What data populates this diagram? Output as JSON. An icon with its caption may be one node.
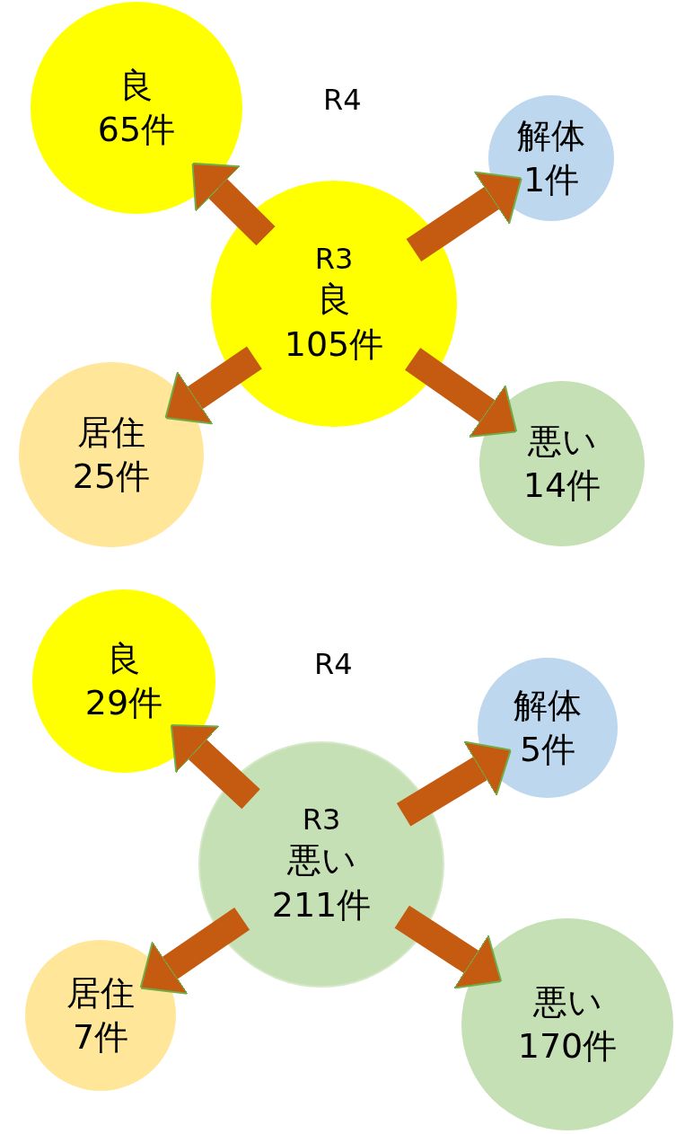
{
  "diagram": {
    "nodes": [
      {
        "text": [
          "良",
          "65件"
        ]
      },
      {
        "text": [
          "解体",
          "1件"
        ]
      },
      {
        "text": [
          "R3",
          "良",
          "105件"
        ]
      },
      {
        "text": [
          "居住",
          "25件"
        ]
      },
      {
        "text": [
          "悪い",
          "14件"
        ]
      },
      {
        "text": [
          "良",
          "29件"
        ]
      },
      {
        "text": [
          "解体",
          "5件"
        ]
      },
      {
        "text": [
          "R3",
          "悪い",
          "211件"
        ]
      },
      {
        "text": [
          "居住",
          "7件"
        ]
      },
      {
        "text": [
          "悪い",
          "170件"
        ]
      }
    ],
    "edges": [
      {
        "from": 2,
        "to": 0,
        "arrow": "to"
      },
      {
        "from": 2,
        "to": 1,
        "arrow": "to"
      },
      {
        "from": 2,
        "to": 3,
        "arrow": "to"
      },
      {
        "from": 2,
        "to": 4,
        "arrow": "to"
      },
      {
        "from": 7,
        "to": 5,
        "arrow": "to"
      },
      {
        "from": 7,
        "to": 6,
        "arrow": "to"
      },
      {
        "from": 7,
        "to": 8,
        "arrow": "to"
      },
      {
        "from": 7,
        "to": 9,
        "arrow": "to"
      }
    ],
    "labels": [
      "R4",
      "R4"
    ]
  }
}
